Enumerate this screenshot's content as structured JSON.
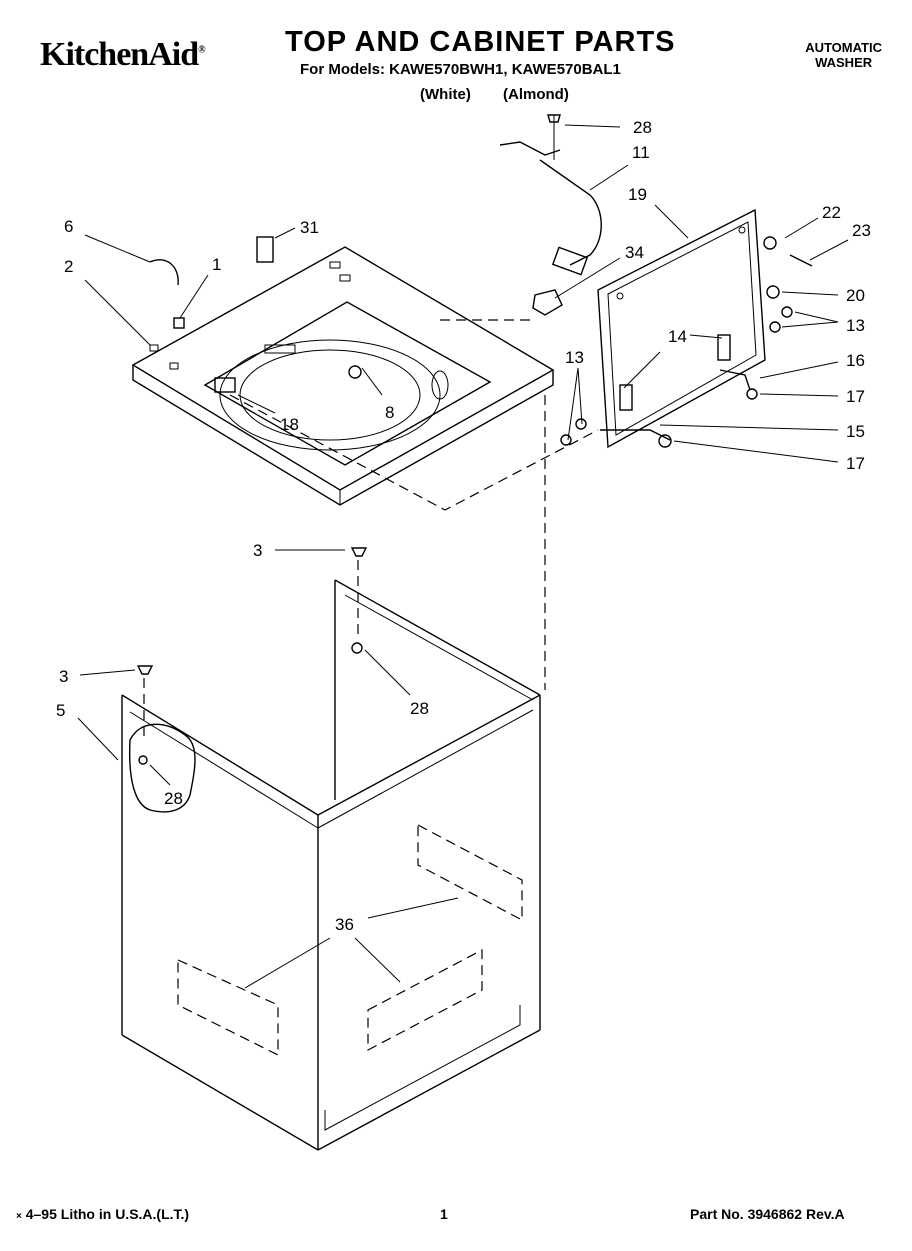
{
  "header": {
    "brand": "KitchenAid",
    "brand_mark": "®",
    "title": "TOP AND CABINET PARTS",
    "models_line": "For Models: KAWE570BWH1, KAWE570BAL1",
    "color_white": "(White)",
    "color_almond": "(Almond)",
    "appliance_line1": "AUTOMATIC",
    "appliance_line2": "WASHER"
  },
  "callouts": [
    "28",
    "11",
    "19",
    "22",
    "23",
    "6",
    "31",
    "1",
    "2",
    "34",
    "20",
    "13",
    "14",
    "16",
    "17",
    "8",
    "18",
    "15",
    "3",
    "28",
    "5",
    "36"
  ],
  "footer": {
    "litho": "4–95 Litho in U.S.A.(L.T.)",
    "page": "1",
    "part_no": "Part No. 3946862 Rev.A"
  }
}
